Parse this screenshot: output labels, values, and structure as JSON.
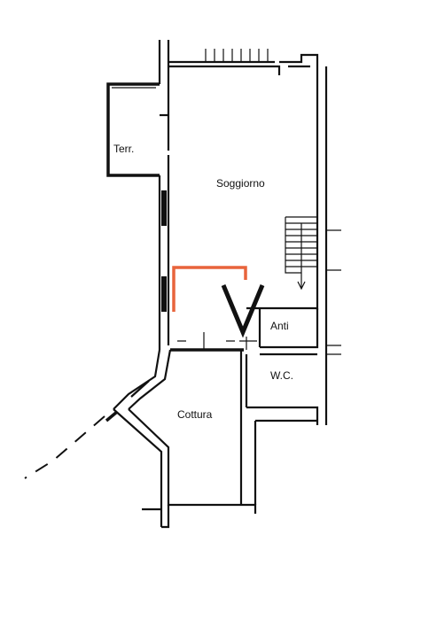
{
  "rooms": {
    "terrace": "Terr.",
    "living": "Soggiorno",
    "antechamber": "Anti",
    "wc": "W.C.",
    "kitchen": "Cottura"
  },
  "marker": {
    "letter": "V"
  },
  "colors": {
    "walls": "#111111",
    "highlight": "#e8643c",
    "background": "#ffffff"
  }
}
